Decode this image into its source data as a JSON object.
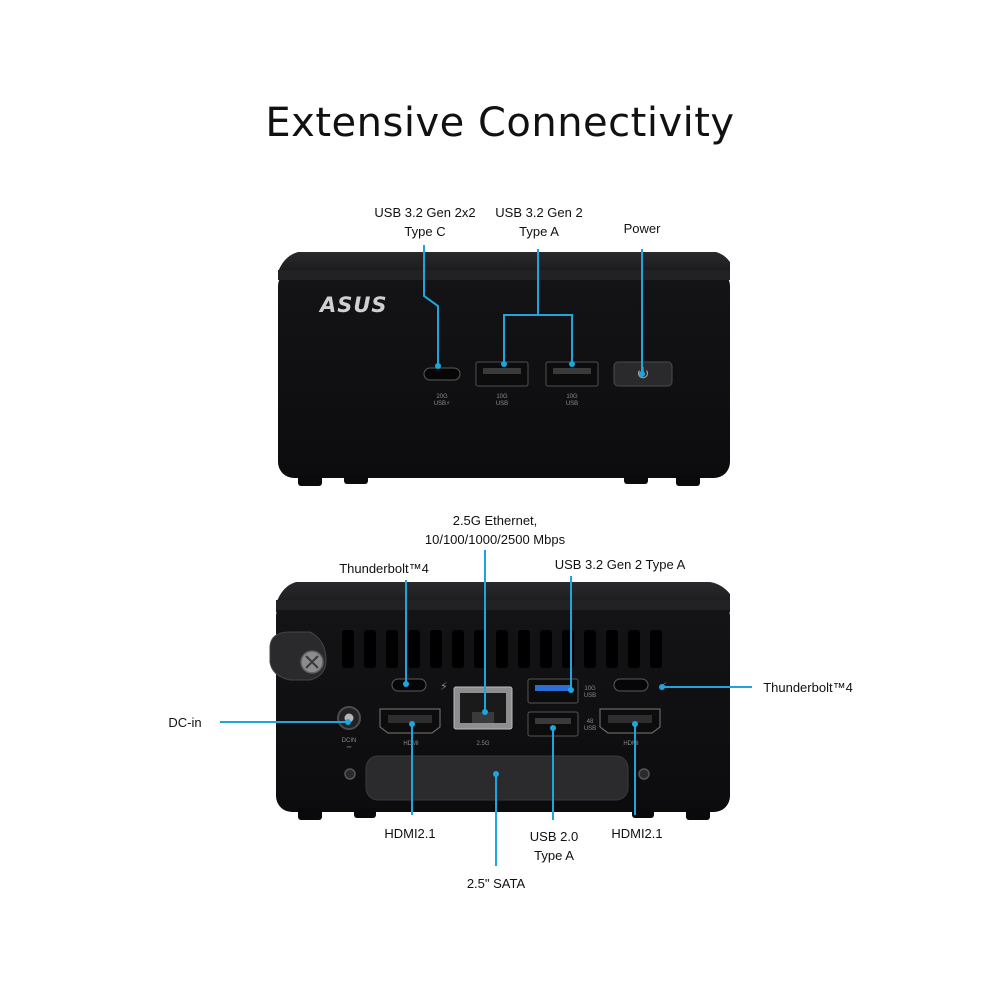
{
  "title": "Extensive Connectivity",
  "brand": "ASUS",
  "front": {
    "labels": {
      "usb_c_l1": "USB 3.2 Gen 2x2",
      "usb_c_l2": "Type C",
      "usb_a_l1": "USB 3.2 Gen 2",
      "usb_a_l2": "Type A",
      "power": "Power"
    }
  },
  "rear": {
    "labels": {
      "eth_l1": "2.5G Ethernet,",
      "eth_l2": "10/100/1000/2500 Mbps",
      "tb_left": "Thunderbolt™4",
      "usb_gen2": "USB 3.2 Gen 2 Type A",
      "tb_right": "Thunderbolt™4",
      "dc_in": "DC-in",
      "hdmi_left": "HDMI2.1",
      "usb20_l1": "USB 2.0",
      "usb20_l2": "Type A",
      "hdmi_right": "HDMI2.1",
      "sata": "2.5\" SATA"
    }
  },
  "colors": {
    "callout": "#1fa5dc",
    "device": "#1b1b1d",
    "page_bg": "#ffffff"
  }
}
